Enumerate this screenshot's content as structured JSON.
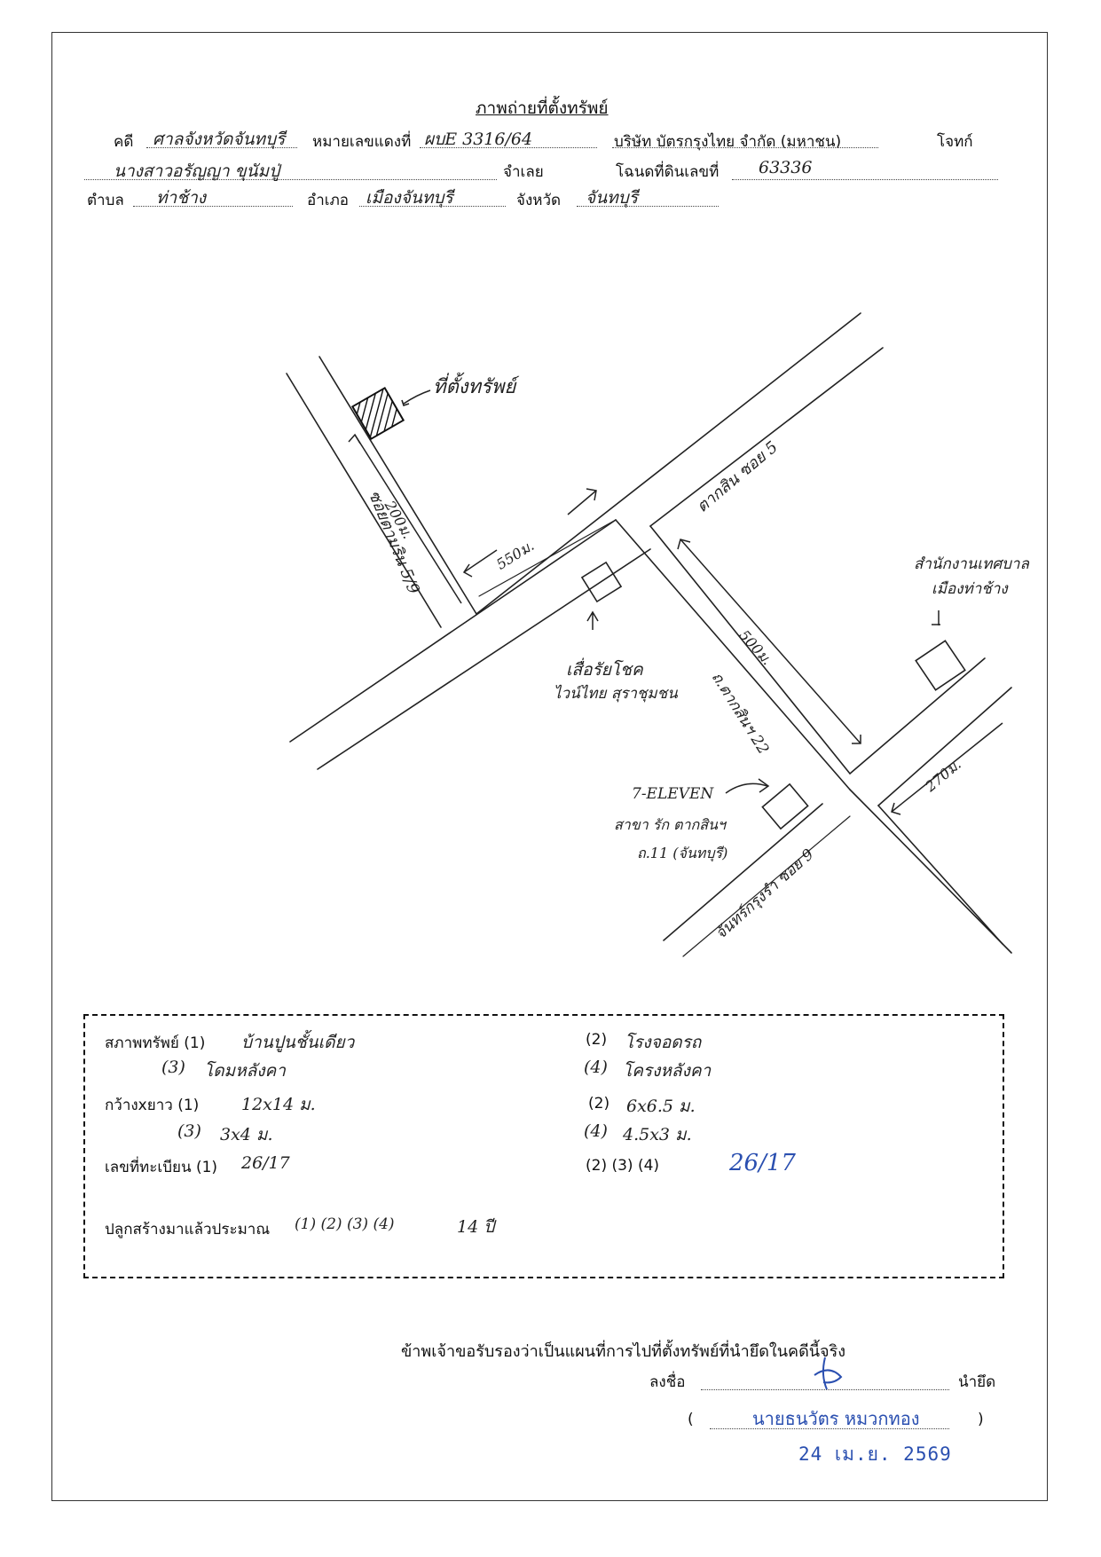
{
  "document": {
    "title": "ภาพถ่ายที่ตั้งทรัพย์",
    "header": {
      "case_label": "คดี",
      "court": "ศาลจังหวัดจันทบุรี",
      "red_number_label": "หมายเลขแดงที่",
      "red_number": "ผบE 3316/64",
      "plaintiff_company": "บริษัท บัตรกรุงไทย จำกัด (มหาชน)",
      "plaintiff_label": "โจทก์",
      "defendant_name": "นางสาวอรัญญา ขุนัมปู่",
      "defendant_label": "จำเลย",
      "deed_label": "โฉนดที่ดินเลขที่",
      "deed_number": "63336",
      "subdistrict_label": "ตำบล",
      "subdistrict": "ท่าช้าง",
      "district_label": "อำเภอ",
      "district": "เมืองจันทบุรี",
      "province_label": "จังหวัด",
      "province": "จันทบุรี"
    },
    "map": {
      "property_label": "ที่ตั้งทรัพย์",
      "dist_200": "200ม.",
      "dist_550": "550ม.",
      "dist_500": "500ม.",
      "dist_270": "270ม.",
      "road_soi_5_9": "ซอยตามริน 5/9",
      "road_soi_5": "ตากสิน ซอย 5",
      "road_main_22": "ถ.ตากสินฯ 22",
      "road_soi_9": "จันทร์กรุงรำ ซอย 9",
      "landmark_shop": "เสื่อรัยโชค",
      "landmark_shop_2": "ไวน์ไทย สุราชุมชน",
      "landmark_office": "สำนักงานเทศบาล",
      "landmark_office_2": "เมืองท่าช้าง",
      "landmark_711": "7-ELEVEN",
      "landmark_711_2": "สาขา รัก ตากสินฯ",
      "landmark_711_3": "ถ.11 (จันทบุรี)"
    },
    "details": {
      "condition_label": "สภาพทรัพย์ (1)",
      "condition_1": "บ้านปูนชั้นเดียว",
      "condition_2_label": "(2)",
      "condition_2": "โรงจอดรถ",
      "condition_3_label": "(3)",
      "condition_3": "โดมหลังคา",
      "condition_4_label": "(4)",
      "condition_4": "โครงหลังคา",
      "size_label": "กว้างxยาว (1)",
      "size_1": "12x14 ม.",
      "size_2_label": "(2)",
      "size_2": "6x6.5 ม.",
      "size_3_label": "(3)",
      "size_3": "3x4 ม.",
      "size_4_label": "(4)",
      "size_4": "4.5x3 ม.",
      "reg_label": "เลขที่ทะเบียน (1)",
      "reg_1": "26/17",
      "reg_234_label": "(2) (3) (4)",
      "reg_234": "26/17",
      "age_label": "ปลูกสร้างมาแล้วประมาณ",
      "age_items": "(1) (2) (3) (4)",
      "age_value": "14 ปี"
    },
    "certification": {
      "statement": "ข้าพเจ้าขอรับรองว่าเป็นแผนที่การไปที่ตั้งทรัพย์ที่นำยึดในคดีนี้จริง",
      "sign_label": "ลงชื่อ",
      "role_label": "นำยึด",
      "paren_open": "(",
      "paren_close": ")",
      "stamped_name": "นายธนวัตร หมวกทอง",
      "stamped_date": "24 เม.ย. 2569"
    }
  }
}
